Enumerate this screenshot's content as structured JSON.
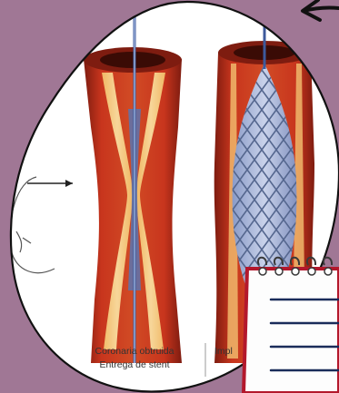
{
  "colors": {
    "background": "#a07795",
    "egg_fill": "#ffffff",
    "egg_outline": "#111111",
    "vessel_dark": "#7e1c10",
    "vessel_red": "#c8351d",
    "vessel_wall": "#e07a3c",
    "plaque": "#f2c070",
    "stent": "#6f84b3",
    "notepad_border": "#b3182c",
    "notepad_line": "#1a2c5a",
    "arrow": "#111111"
  },
  "captions": {
    "left_line1": "Coronaria obtruida",
    "left_line2": "Entrega de stent",
    "right_partial": "Impl"
  },
  "icons": {
    "notepad": "notepad-icon",
    "arrow": "hand-drawn-arrow-icon"
  }
}
